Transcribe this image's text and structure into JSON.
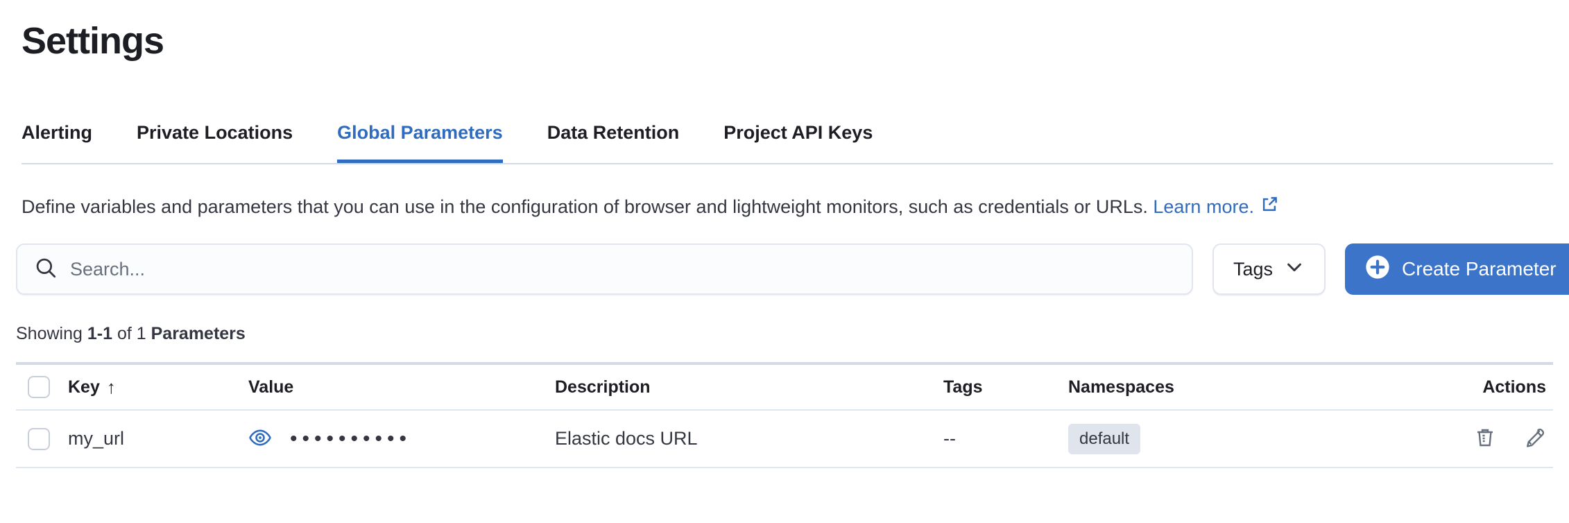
{
  "page": {
    "title": "Settings"
  },
  "tabs": [
    {
      "label": "Alerting",
      "active": false
    },
    {
      "label": "Private Locations",
      "active": false
    },
    {
      "label": "Global Parameters",
      "active": true
    },
    {
      "label": "Data Retention",
      "active": false
    },
    {
      "label": "Project API Keys",
      "active": false
    }
  ],
  "description": {
    "text": "Define variables and parameters that you can use in the configuration of browser and lightweight monitors, such as credentials or URLs.",
    "link_label": "Learn more."
  },
  "toolbar": {
    "search_placeholder": "Search...",
    "tags_label": "Tags",
    "create_label": "Create Parameter"
  },
  "summary": {
    "prefix": "Showing",
    "range": "1-1",
    "middle": "of 1",
    "entity": "Parameters"
  },
  "table": {
    "headers": {
      "key": "Key",
      "sort_arrow": "↑",
      "value": "Value",
      "description": "Description",
      "tags": "Tags",
      "namespaces": "Namespaces",
      "actions": "Actions"
    },
    "rows": [
      {
        "key": "my_url",
        "value_masked": "••••••••••",
        "description": "Elastic docs URL",
        "tags": "--",
        "namespace": "default"
      }
    ]
  },
  "colors": {
    "accent": "#2f6bbf",
    "button-fill": "#3b74c9",
    "text-dark": "#1d1e24",
    "text-body": "#343741",
    "text-subdued": "#69707d",
    "border-light": "#d3dae6",
    "badge-bg": "#e0e4ed"
  }
}
